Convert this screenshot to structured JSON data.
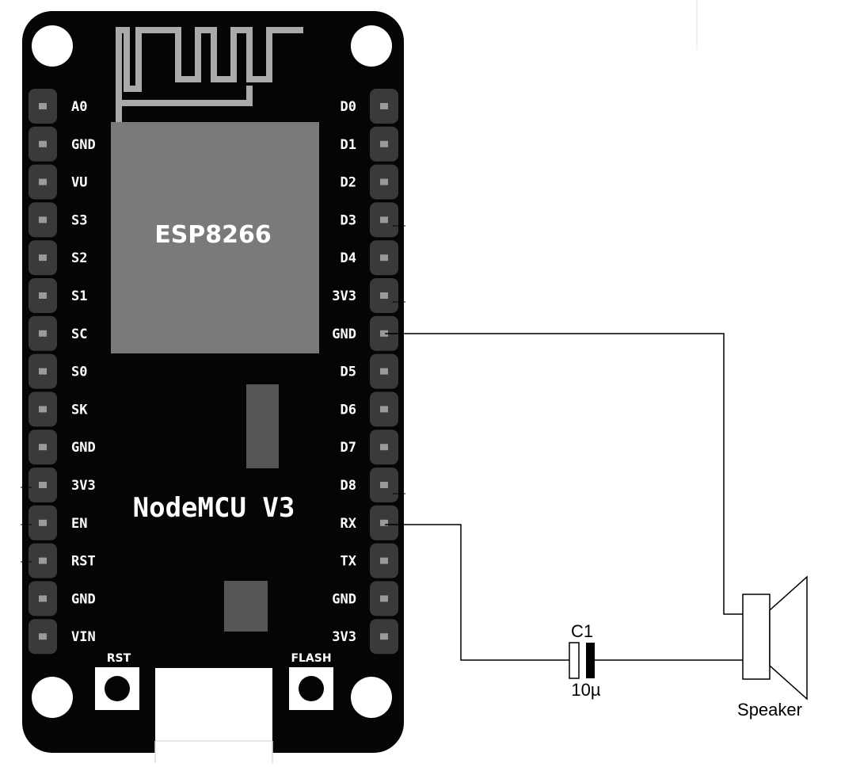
{
  "board": {
    "title": "NodeMCU V3",
    "chip_label": "ESP8266",
    "left_pins": [
      "A0",
      "GND",
      "VU",
      "S3",
      "S2",
      "S1",
      "SC",
      "S0",
      "SK",
      "GND",
      "3V3",
      "EN",
      "RST",
      "GND",
      "VIN"
    ],
    "right_pins": [
      "D0",
      "D1",
      "D2",
      "D3",
      "D4",
      "3V3",
      "GND",
      "D5",
      "D6",
      "D7",
      "D8",
      "RX",
      "TX",
      "GND",
      "3V3"
    ],
    "rst_button_label": "RST",
    "flash_button_label": "FLASH"
  },
  "capacitor": {
    "name": "C1",
    "value": "10µ"
  },
  "speaker": {
    "label": "Speaker"
  },
  "colors": {
    "board": "#050505",
    "chip": "#7a7a7a",
    "antenna": "#aaaaaa",
    "header": "#3a3a3a",
    "pin": "#9a9a9a",
    "usb": "#ffffff",
    "component": "#555555"
  }
}
